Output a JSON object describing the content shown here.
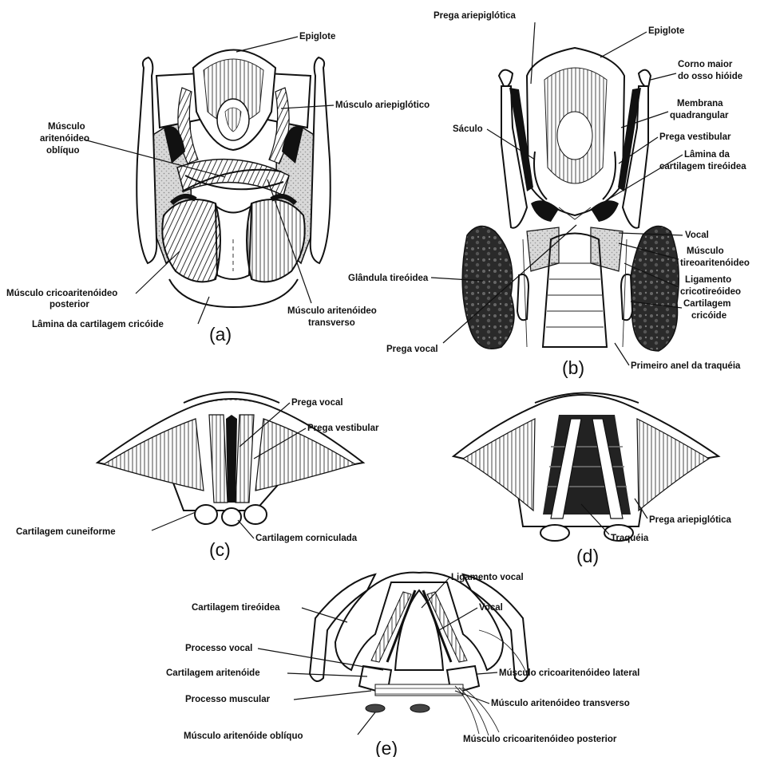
{
  "panels": {
    "a": {
      "letter": "(a)",
      "labels": {
        "epiglote": "Epiglote",
        "ariepiglotico": "Músculo ariepiglótico",
        "aritenoideo_obliquo_1": "Músculo",
        "aritenoideo_obliquo_2": "aritenóideo",
        "aritenoideo_obliquo_3": "oblíquo",
        "cricoaritenoideo_post_1": "Músculo cricoaritenóideo",
        "cricoaritenoideo_post_2": "posterior",
        "lamina_cricoide": "Lâmina da cartilagem cricóide",
        "aritenoideo_transverso_1": "Músculo aritenóideo",
        "aritenoideo_transverso_2": "transverso"
      }
    },
    "b": {
      "letter": "(b)",
      "labels": {
        "prega_ariepiglotica": "Prega ariepiglótica",
        "epiglote": "Epiglote",
        "corno_1": "Corno maior",
        "corno_2": "do osso hióide",
        "membrana_1": "Membrana",
        "membrana_2": "quadrangular",
        "saculo": "Sáculo",
        "prega_vestibular": "Prega vestibular",
        "lamina_tireoidea_1": "Lâmina da",
        "lamina_tireoidea_2": "cartilagem tireóidea",
        "vocal": "Vocal",
        "tireoaritenoideo_1": "Músculo",
        "tireoaritenoideo_2": "tireoaritenóideo",
        "glandula": "Glândula tireóidea",
        "ligamento_1": "Ligamento",
        "ligamento_2": "cricotireóideo",
        "cartilagem_cricoide_1": "Cartilagem",
        "cartilagem_cricoide_2": "cricóide",
        "prega_vocal": "Prega vocal",
        "primeiro_anel": "Primeiro anel da traquéia"
      }
    },
    "c": {
      "letter": "(c)",
      "labels": {
        "prega_vocal": "Prega vocal",
        "prega_vestibular": "Prega vestibular",
        "cuneiforme": "Cartilagem cuneiforme",
        "corniculada": "Cartilagem corniculada"
      }
    },
    "d": {
      "letter": "(d)",
      "labels": {
        "prega_ariepiglotica": "Prega ariepiglótica",
        "traqueia": "Traquéia"
      }
    },
    "e": {
      "letter": "(e)",
      "labels": {
        "ligamento_vocal": "Ligamento vocal",
        "cartilagem_tireoidea": "Cartilagem tireóidea",
        "vocal": "Vocal",
        "processo_vocal": "Processo vocal",
        "cartilagem_aritenoide": "Cartilagem aritenóide",
        "cricoaritenoideo_lateral": "Músculo cricoaritenóideo lateral",
        "processo_muscular": "Processo muscular",
        "aritenoideo_transverso": "Músculo aritenóideo transverso",
        "aritenoide_obliquo": "Músculo aritenóide oblíquo",
        "cricoaritenoideo_posterior": "Músculo cricoaritenóideo posterior"
      }
    }
  }
}
